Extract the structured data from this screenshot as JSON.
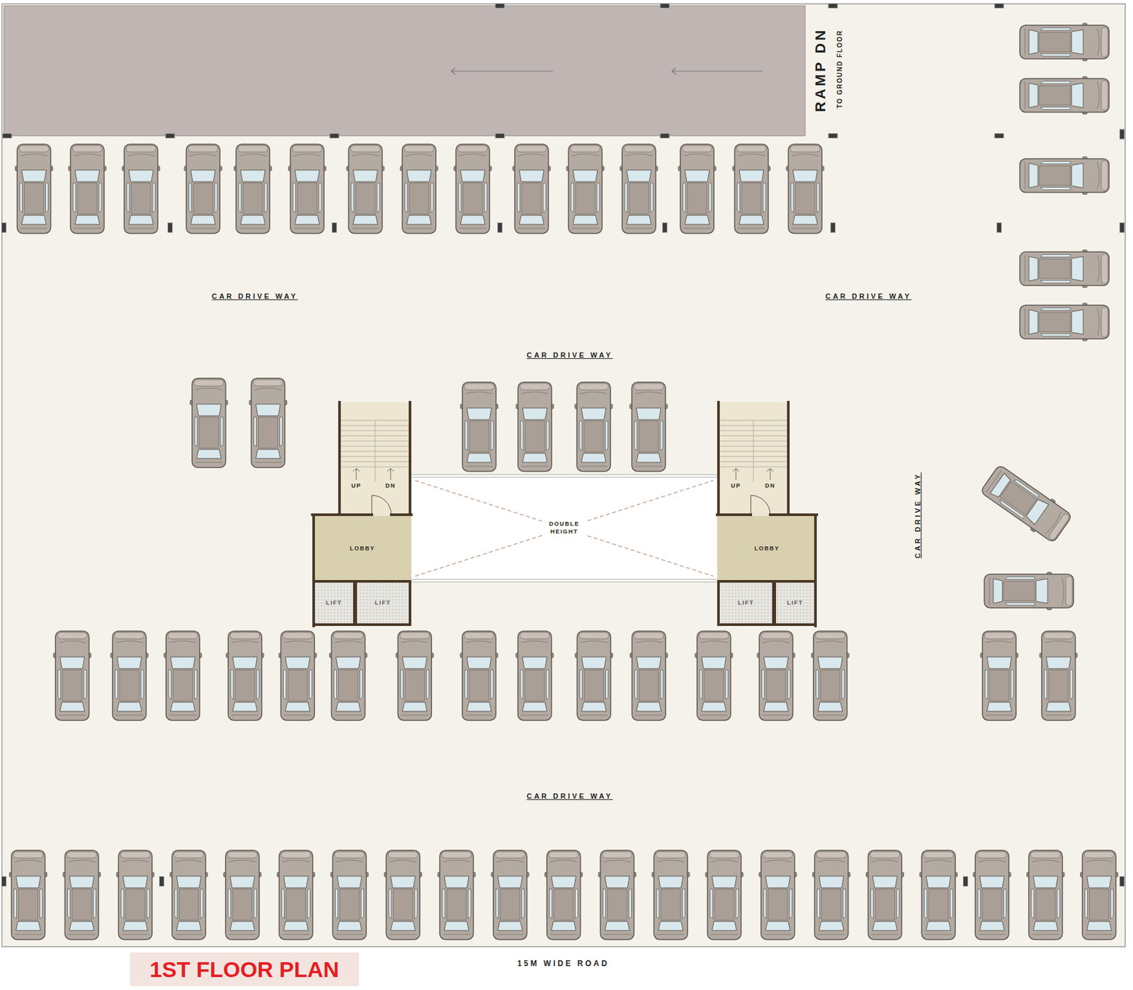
{
  "diagram": {
    "title": "1ST FLOOR PLAN",
    "nodes": [
      {
        "text": [
          "UP",
          "DN"
        ]
      },
      {
        "text": [
          "LOBBY"
        ]
      },
      {
        "text": [
          "LIFT"
        ]
      },
      {
        "text": [
          "LIFT"
        ]
      },
      {
        "text": [
          "DOUBLE HEIGHT"
        ]
      },
      {
        "text": [
          "UP",
          "DN"
        ]
      },
      {
        "text": [
          "LOBBY"
        ]
      },
      {
        "text": [
          "LIFT"
        ]
      },
      {
        "text": [
          "LIFT"
        ]
      }
    ],
    "labels": [
      "RAMP DN",
      "TO GROUND FLOOR",
      "CAR DRIVE WAY",
      "CAR DRIVE WAY",
      "CAR DRIVE WAY",
      "CAR DRIVE WAY",
      "CAR DRIVE WAY",
      "15M WIDE ROAD"
    ]
  }
}
